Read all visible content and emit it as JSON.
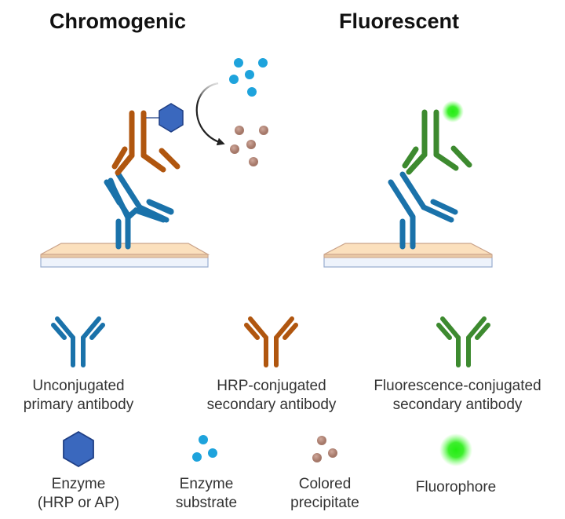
{
  "titles": {
    "left": "Chromogenic",
    "right": "Fluorescent"
  },
  "colors": {
    "primary_antibody": "#1a72aa",
    "hrp_secondary": "#b0560f",
    "fluor_secondary": "#3d8a2f",
    "enzyme": "#3a68be",
    "enzyme_stroke": "#1f3f85",
    "substrate": "#1ea3dc",
    "precipitate": "#b58c7f",
    "fluorophore": "#33ee22",
    "surface_top": "#fbe0bd",
    "surface_edge": "#caa38a",
    "surface_base": "#eef3fb",
    "surface_base_edge": "#9aaed0",
    "arrow": "#222222"
  },
  "legend": {
    "items": [
      {
        "id": "primary",
        "line1": "Unconjugated",
        "line2": "primary antibody"
      },
      {
        "id": "hrp",
        "line1": "HRP-conjugated",
        "line2": "secondary antibody"
      },
      {
        "id": "fluor",
        "line1": "Fluorescence-conjugated",
        "line2": "secondary antibody"
      },
      {
        "id": "enzyme",
        "line1": "Enzyme",
        "line2": "(HRP or AP)"
      },
      {
        "id": "substrate",
        "line1": "Enzyme",
        "line2": "substrate"
      },
      {
        "id": "precipitate",
        "line1": "Colored",
        "line2": "precipitate"
      },
      {
        "id": "fluorophore",
        "line1": "Fluorophore",
        "line2": ""
      }
    ]
  }
}
